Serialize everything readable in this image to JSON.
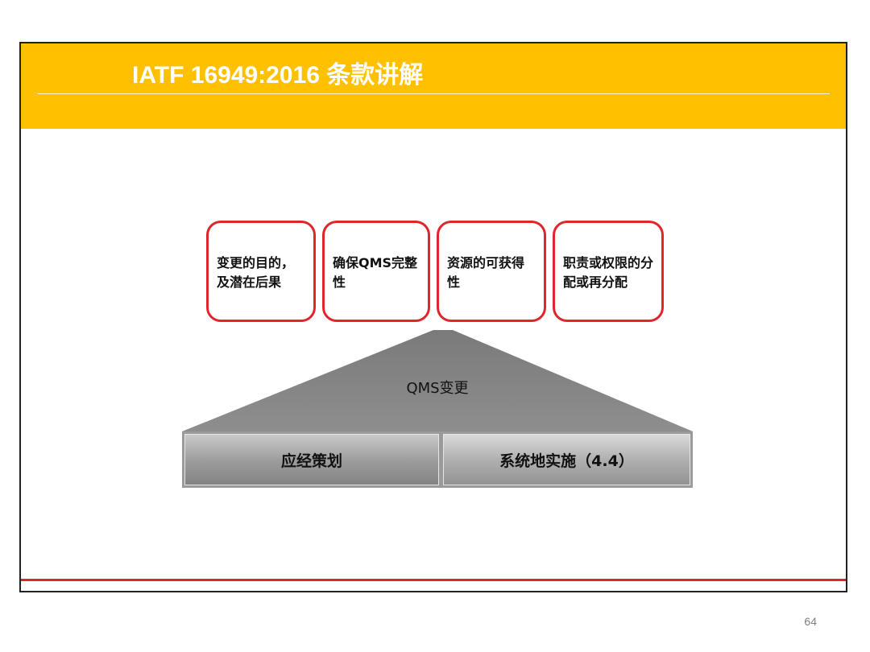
{
  "header": {
    "title": "IATF 16949:2016 条款讲解"
  },
  "boxes": [
    {
      "line1": "变更的目的，",
      "line2": "及潜在后果"
    },
    {
      "line1": "确保QMS完整",
      "line2": "性"
    },
    {
      "line1": "资源的可获得",
      "line2": "性"
    },
    {
      "line1": "职责或权限的分",
      "line2": "配或再分配"
    }
  ],
  "pyramid": {
    "label": "QMS变更"
  },
  "base": {
    "left": "应经策划",
    "right": "系统地实施（4.4）"
  },
  "page": {
    "number": "64"
  },
  "colors": {
    "header": "#ffc000",
    "accent": "#e0252b"
  }
}
